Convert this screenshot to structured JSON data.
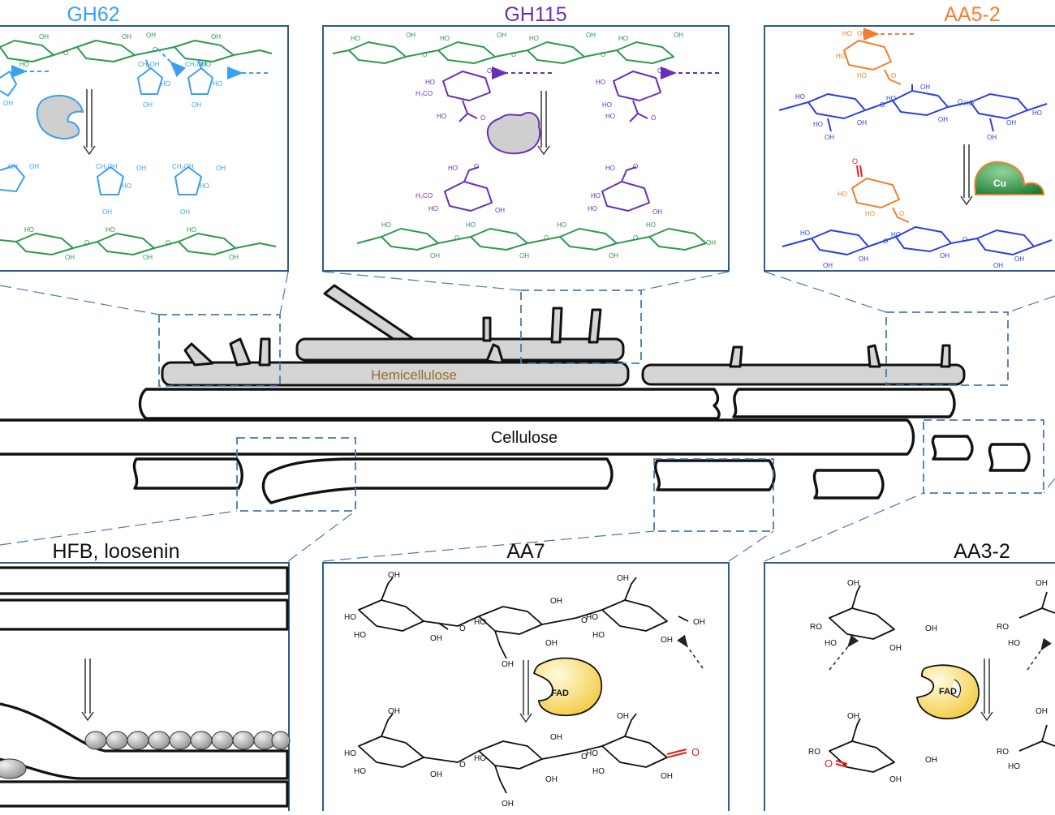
{
  "panels": {
    "gh62": {
      "title": "GH62",
      "color": "#3aa0f0",
      "ring_color": "#2e9a4e"
    },
    "gh115": {
      "title": "GH115",
      "color": "#6a2fb8",
      "ring_color": "#2e9a4e"
    },
    "aa5_2": {
      "title": "AA5-2",
      "color": "#f08030",
      "ring_color": "#2b3fe0",
      "metal": "Cu"
    },
    "hfb": {
      "title": "HFB, loosenin"
    },
    "aa7": {
      "title": "AA7",
      "cofactor": "FAD"
    },
    "aa3_2": {
      "title": "AA3-2",
      "cofactor": "FAD"
    }
  },
  "center": {
    "hemicellulose_label": "Hemicellulose",
    "cellulose_label": "Cellulose"
  },
  "atoms": {
    "oh": "OH",
    "ho": "HO",
    "o": "O",
    "ro": "RO",
    "ch2oh": "CH₂OH",
    "h3co": "H₃CO"
  },
  "colors": {
    "box_border": "#2d5b8a",
    "hemicellulose_fill": "#d4d4d4",
    "hemicellulose_text": "#9a6c2a",
    "zoom_dash": "#4a7aa8",
    "red_carbonyl": "#e02020",
    "fad_fill": "#f5d24a",
    "cu_fill": "#2e8a3e"
  }
}
